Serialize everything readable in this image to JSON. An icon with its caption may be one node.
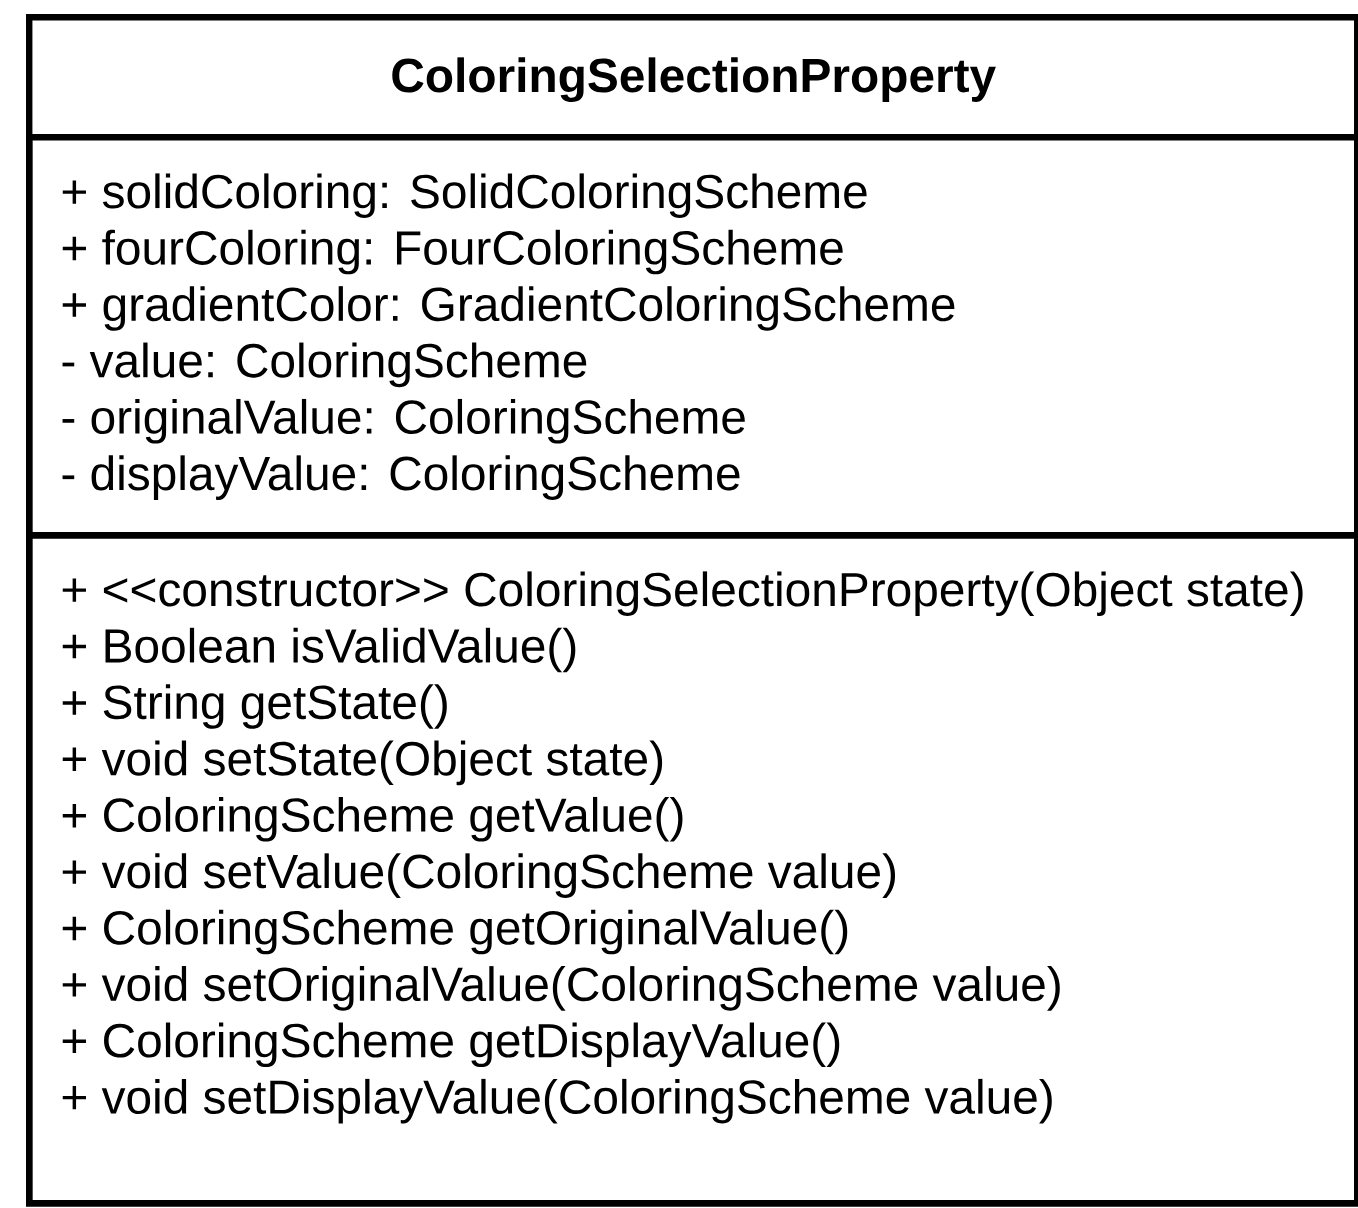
{
  "diagram": {
    "nodes": [
      {
        "text": [
          "ColoringSelectionProperty"
        ]
      },
      {
        "text": [
          "+ solidColoring: SolidColoringScheme",
          "+ fourColoring: FourColoringScheme",
          "+ gradientColor: GradientColoringScheme",
          "- value: ColoringScheme",
          "- originalValue: ColoringScheme",
          "- displayValue: ColoringScheme"
        ],
        "in": 0
      },
      {
        "text": [
          "+ <<constructor>> ColoringSelectionProperty(Object state)",
          "+ Boolean isValidValue()",
          "+ String getState()",
          "+ void setState(Object state)",
          "+ ColoringScheme getValue()",
          "+ void setValue(ColoringScheme value)",
          "+ ColoringScheme getOriginalValue()",
          "+ void setOriginalValue(ColoringScheme value)",
          "+ ColoringScheme getDisplayValue()",
          "+ void setDisplayValue(ColoringScheme value)"
        ],
        "in": 0
      }
    ]
  }
}
